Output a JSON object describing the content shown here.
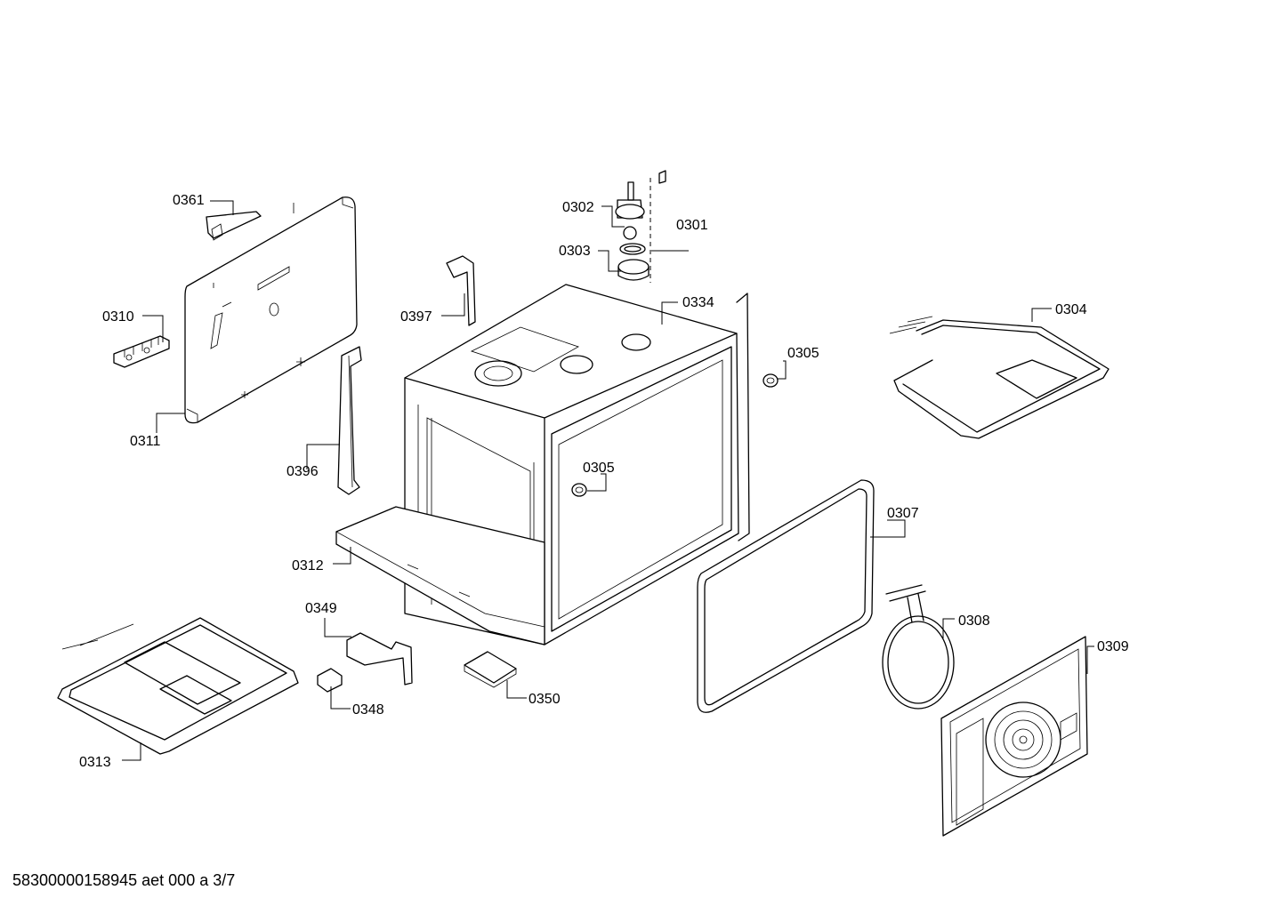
{
  "labels": {
    "p0361": "0361",
    "p0310": "0310",
    "p0311": "0311",
    "p0396": "0396",
    "p0397": "0397",
    "p0302": "0302",
    "p0303": "0303",
    "p0301": "0301",
    "p0334": "0334",
    "p0305a": "0305",
    "p0305b": "0305",
    "p0304": "0304",
    "p0307": "0307",
    "p0312": "0312",
    "p0349": "0349",
    "p0348": "0348",
    "p0350": "0350",
    "p0313": "0313",
    "p0308": "0308",
    "p0309": "0309"
  },
  "footer": "58300000158945 aet 000 a 3/7"
}
